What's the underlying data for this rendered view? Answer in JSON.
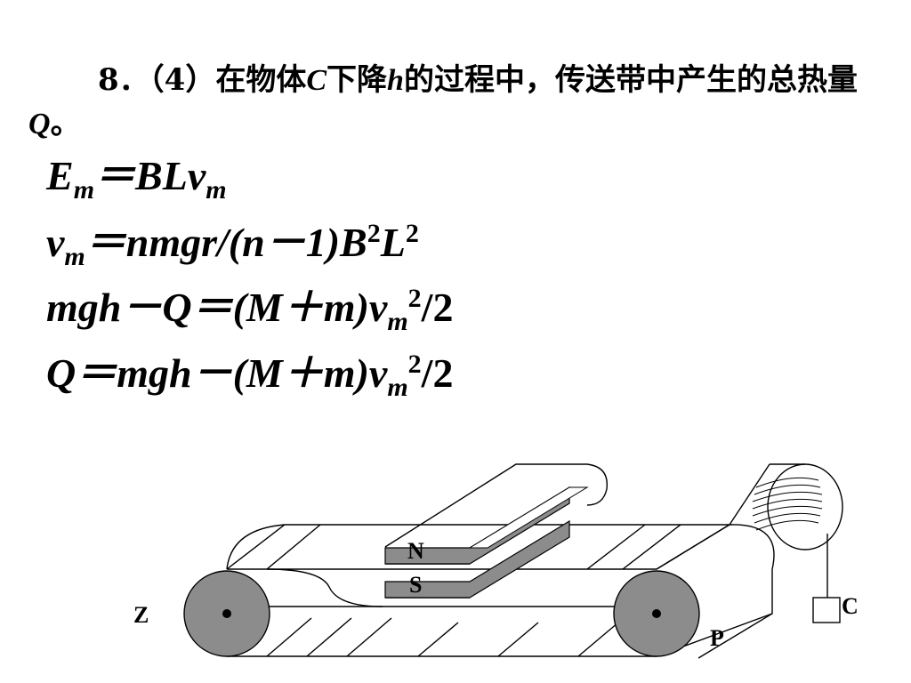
{
  "problem": {
    "number": "8．",
    "part": "（4）在物体",
    "var_c": "C",
    "mid1": "下降",
    "var_h": "h",
    "mid2": "的过程中，传送带中产生的总热量",
    "var_q": "Q",
    "end": "。"
  },
  "equations": {
    "eq1": {
      "E": "E",
      "sub_m": "m",
      "rhs": "＝BL",
      "v": "v",
      "sub_m2": "m"
    },
    "eq2": {
      "v": "v",
      "sub_m": "m",
      "rhs1": "＝nmgr/(n－1)B",
      "sup1": "2",
      "L": "L",
      "sup2": "2"
    },
    "eq3": {
      "lhs": "mgh－Q＝(M＋m)v",
      "sub_m": "m",
      "sup": "2",
      "tail": "/2"
    },
    "eq4": {
      "lhs": "Q＝mgh－(M＋m)v",
      "sub_m": "m",
      "sup": "2",
      "tail": "/2"
    }
  },
  "diagram": {
    "label_n": "N",
    "label_s": "S",
    "label_z": "Z",
    "label_p": "P",
    "label_c": "C",
    "roller_color": "#8c8c8c",
    "magnet_color": "#8c8c8c"
  }
}
